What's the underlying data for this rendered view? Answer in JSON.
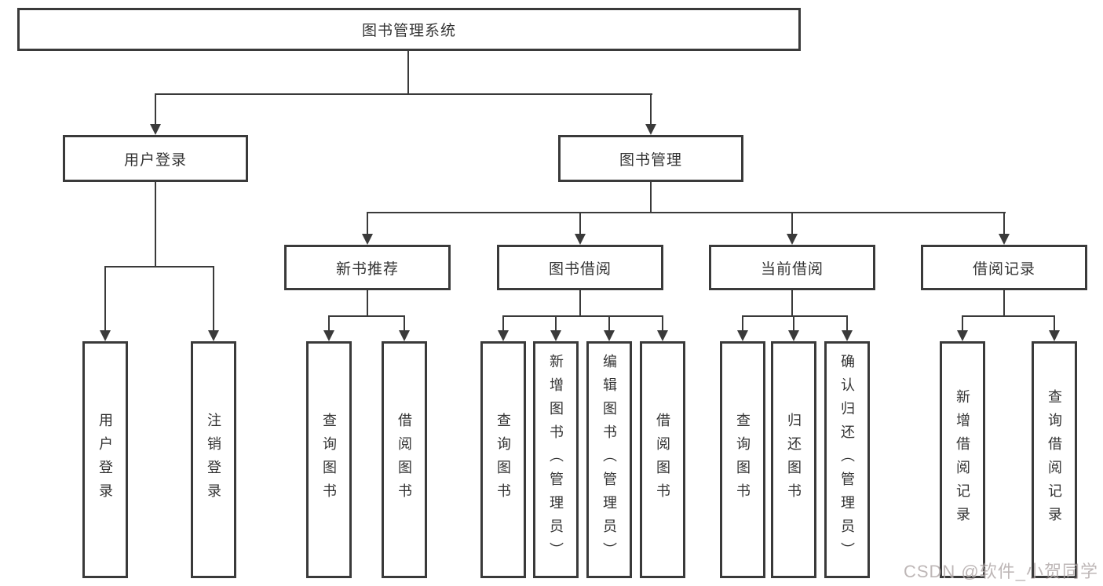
{
  "diagram": {
    "title_note": "library management system feature tree",
    "nodes": {
      "root": "图书管理系统",
      "user_login": "用户登录",
      "book_mgmt": "图书管理",
      "new_book_rec": "新书推荐",
      "book_borrow": "图书借阅",
      "current_borrow": "当前借阅",
      "borrow_records": "借阅记录",
      "leaf_user_login": "用户登录",
      "leaf_logout": "注销登录",
      "rec_query_book": "查询图书",
      "rec_borrow_book": "借阅图书",
      "bb_query_book": "查询图书",
      "bb_add_book": "新增图书（管理员）",
      "bb_edit_book": "编辑图书（管理员）",
      "bb_borrow_book": "借阅图书",
      "cb_query_book": "查询图书",
      "cb_return_book": "归还图书",
      "cb_confirm_return": "确认归还（管理员）",
      "br_add_record": "新增借阅记录",
      "br_query_record": "查询借阅记录"
    },
    "colors": {
      "line": "#3a3a3a",
      "text": "#333333",
      "background": "#ffffff"
    }
  },
  "watermark": {
    "text": "CSDN @软件_小贺同学"
  }
}
